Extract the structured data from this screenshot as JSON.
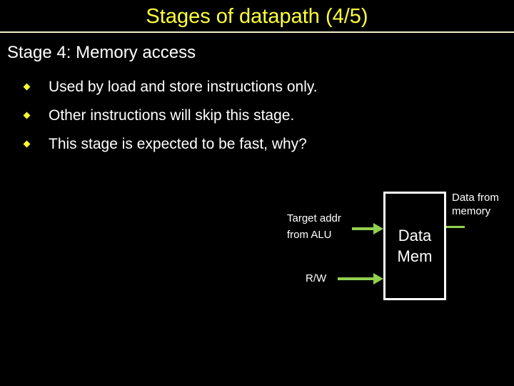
{
  "slide": {
    "title": "Stages of datapath (4/5)",
    "heading": "Stage 4: Memory access",
    "bullets": [
      "Used by load and store instructions only.",
      "Other instructions will skip this stage.",
      "This stage is expected to be fast, why?"
    ]
  },
  "diagram": {
    "box": {
      "line1": "Data",
      "line2": "Mem"
    },
    "input1": {
      "line1": "Target addr",
      "line2": "from ALU"
    },
    "input2": {
      "label": "R/W"
    },
    "output": {
      "line1": "Data from",
      "line2": "memory"
    },
    "icons": [
      "right-arrow-icon",
      "right-arrow-icon",
      "output-wire"
    ]
  },
  "colors": {
    "background": "#000000",
    "title_text": "#ffff3a",
    "rule": "#eeeec2",
    "body_text": "#ffffff",
    "bullet_marker": "#ffff2e",
    "arrow_green": "#92d050",
    "box_border": "#ffffff"
  }
}
